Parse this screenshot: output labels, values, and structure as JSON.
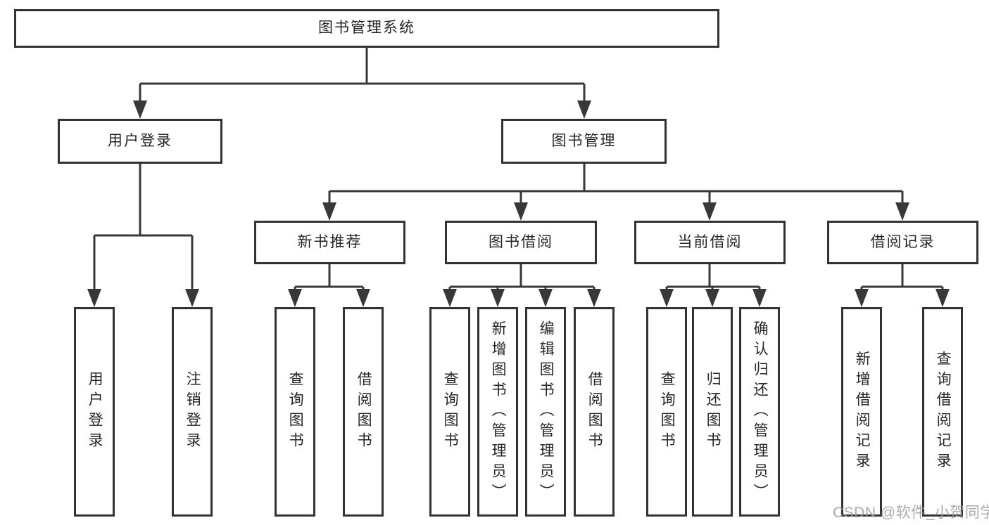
{
  "diagram": {
    "root": {
      "label": "图书管理系统"
    },
    "branches": [
      {
        "label": "用户登录",
        "children": [
          {
            "label": "用户登录"
          },
          {
            "label": "注销登录"
          }
        ]
      },
      {
        "label": "图书管理",
        "children": [
          {
            "label": "新书推荐",
            "children": [
              {
                "label": "查询图书"
              },
              {
                "label": "借阅图书"
              }
            ]
          },
          {
            "label": "图书借阅",
            "children": [
              {
                "label": "查询图书"
              },
              {
                "label": "新增图书（管理员）"
              },
              {
                "label": "编辑图书（管理员）"
              },
              {
                "label": "借阅图书"
              }
            ]
          },
          {
            "label": "当前借阅",
            "children": [
              {
                "label": "查询图书"
              },
              {
                "label": "归还图书"
              },
              {
                "label": "确认归还（管理员）"
              }
            ]
          },
          {
            "label": "借阅记录",
            "children": [
              {
                "label": "新增借阅记录"
              },
              {
                "label": "查询借阅记录"
              }
            ]
          }
        ]
      }
    ],
    "watermark": "CSDN @软件_小贺同学",
    "colors": {
      "line": "#383838",
      "box_border": "#333333",
      "text": "#262626",
      "watermark": "#9e9e9e",
      "background": "#ffffff"
    }
  }
}
